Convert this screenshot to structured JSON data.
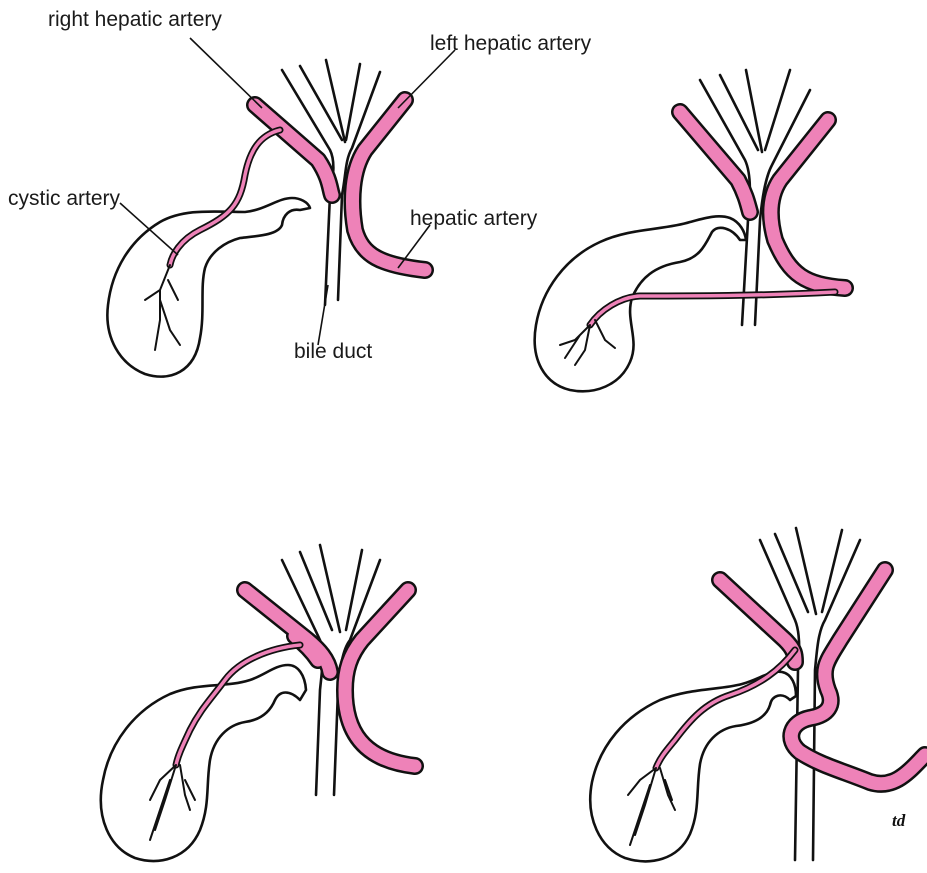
{
  "figure": {
    "labels": {
      "right_hepatic_artery": "right hepatic artery",
      "left_hepatic_artery": "left hepatic artery",
      "cystic_artery": "cystic artery",
      "hepatic_artery": "hepatic artery",
      "bile_duct": "bile duct"
    },
    "signature": "td",
    "colors": {
      "artery_fill": "#ee82b8",
      "outline": "#111111",
      "background": "#ffffff"
    },
    "panels": [
      "top-left",
      "top-right",
      "bottom-left",
      "bottom-right"
    ]
  }
}
